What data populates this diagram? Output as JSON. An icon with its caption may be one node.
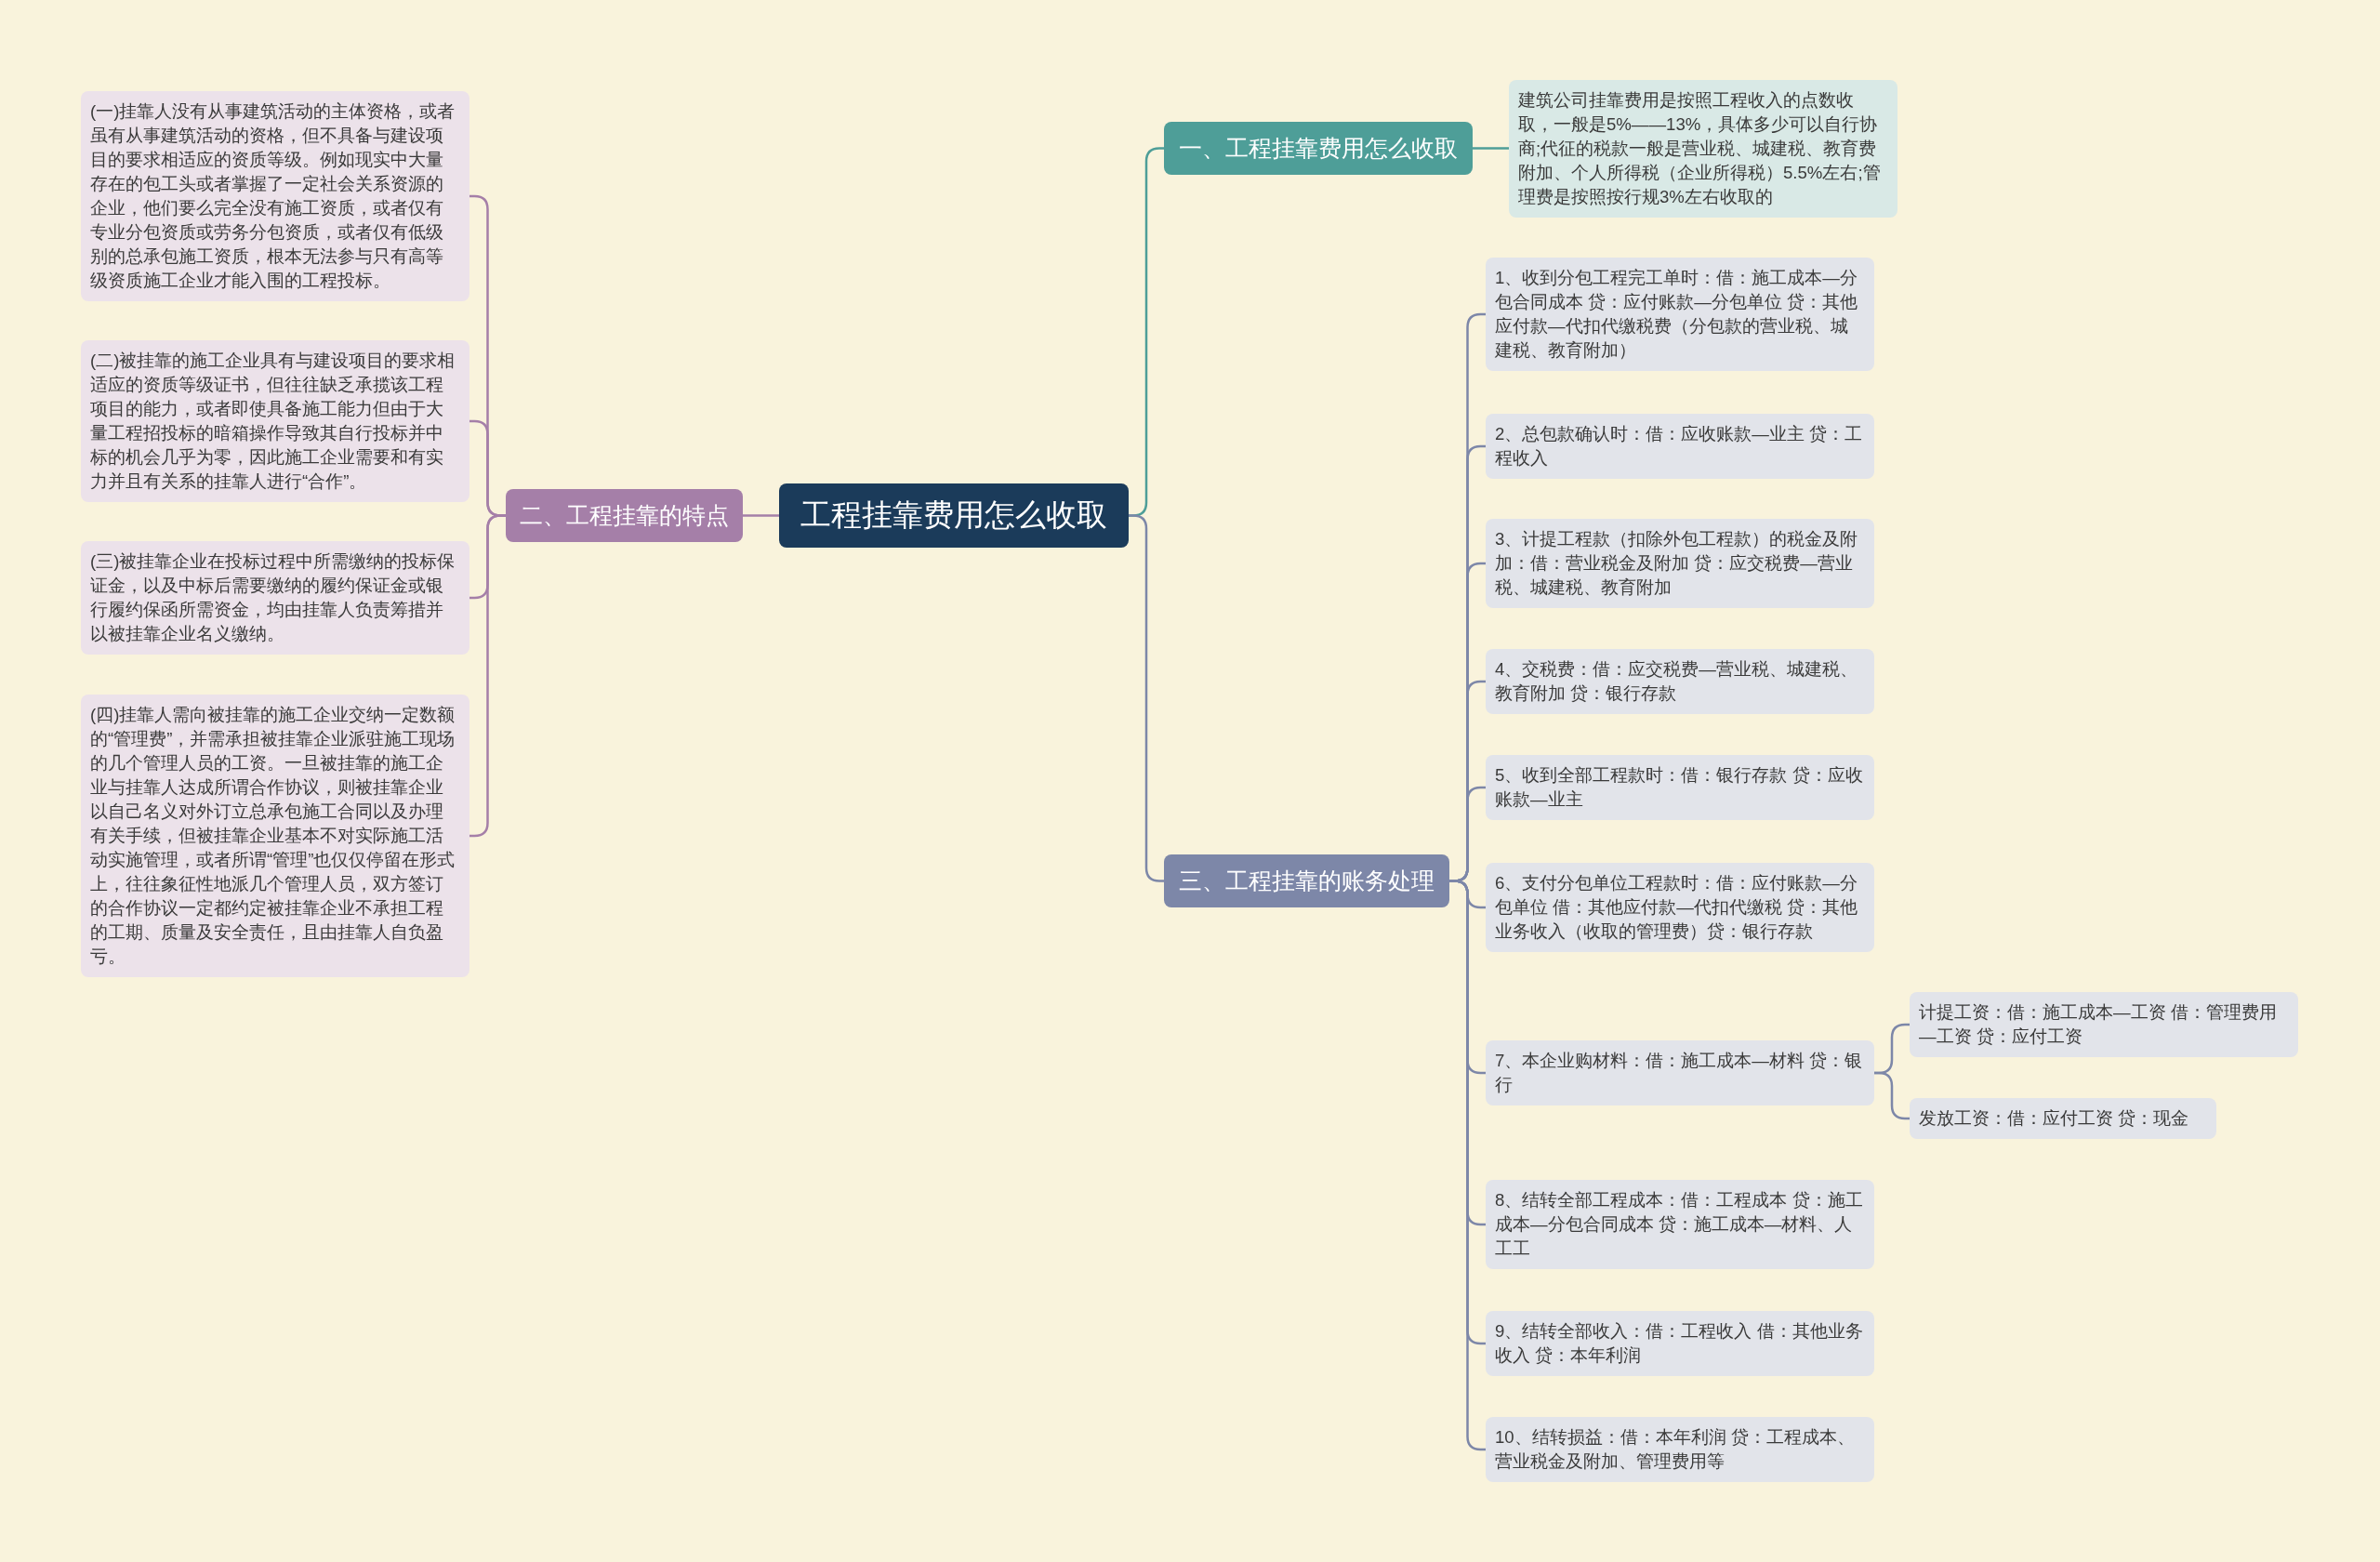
{
  "diagram": {
    "nodes": [
      {
        "text": [
          "工程挂靠费用怎么收取"
        ]
      },
      {
        "text": [
          "一、工程挂靠费用怎么收取"
        ]
      },
      {
        "text": [
          "建筑公司挂靠费用是按照工程收入的点数收取，一般是5%——13%，具体多少可以自行协商;代征的税款一般是营业税、城建税、教育费附加、个人所得税（企业所得税）5.5%左右;管理费是按照按行规3%左右收取的"
        ]
      },
      {
        "text": [
          "二、工程挂靠的特点"
        ]
      },
      {
        "text": [
          "(一)挂靠人没有从事建筑活动的主体资格，或者虽有从事建筑活动的资格，但不具备与建设项目的要求相适应的资质等级。例如现实中大量存在的包工头或者掌握了一定社会关系资源的企业，他们要么完全没有施工资质，或者仅有专业分包资质或劳务分包资质，或者仅有低级别的总承包施工资质，根本无法参与只有高等级资质施工企业才能入围的工程投标。"
        ]
      },
      {
        "text": [
          "(二)被挂靠的施工企业具有与建设项目的要求相适应的资质等级证书，但往往缺乏承揽该工程项目的能力，或者即使具备施工能力但由于大量工程招投标的暗箱操作导致其自行投标并中标的机会几乎为零，因此施工企业需要和有实力并且有关系的挂靠人进行“合作”。"
        ]
      },
      {
        "text": [
          "(三)被挂靠企业在投标过程中所需缴纳的投标保证金，以及中标后需要缴纳的履约保证金或银行履约保函所需资金，均由挂靠人负责筹措并以被挂靠企业名义缴纳。"
        ]
      },
      {
        "text": [
          "(四)挂靠人需向被挂靠的施工企业交纳一定数额的“管理费”，并需承担被挂靠企业派驻施工现场的几个管理人员的工资。一旦被挂靠的施工企业与挂靠人达成所谓合作协议，则被挂靠企业以自己名义对外订立总承包施工合同以及办理有关手续，但被挂靠企业基本不对实际施工活动实施管理，或者所谓“管理”也仅仅停留在形式上，往往象征性地派几个管理人员，双方签订的合作协议一定都约定被挂靠企业不承担工程的工期、质量及安全责任，且由挂靠人自负盈亏。"
        ]
      },
      {
        "text": [
          "三、工程挂靠的账务处理"
        ]
      },
      {
        "text": [
          "1、收到分包工程完工单时：借：施工成本—分包合同成本 贷：应付账款—分包单位 贷：其他应付款—代扣代缴税费（分包款的营业税、城建税、教育附加）"
        ]
      },
      {
        "text": [
          "2、总包款确认时：借：应收账款—业主  贷：工程收入"
        ]
      },
      {
        "text": [
          "3、计提工程款（扣除外包工程款）的税金及附加：借：营业税金及附加 贷：应交税费—营业税、城建税、教育附加"
        ]
      },
      {
        "text": [
          "4、交税费：借：应交税费—营业税、城建税、教育附加  贷：银行存款"
        ]
      },
      {
        "text": [
          "5、收到全部工程款时：借：银行存款 贷：应收账款—业主"
        ]
      },
      {
        "text": [
          "6、支付分包单位工程款时：借：应付账款—分包单位 借：其他应付款—代扣代缴税 贷：其他业务收入（收取的管理费）贷：银行存款"
        ]
      },
      {
        "text": [
          "7、本企业购材料：借：施工成本—材料  贷：银行"
        ]
      },
      {
        "text": [
          "8、结转全部工程成本：借：工程成本 贷：施工成本—分包合同成本  贷：施工成本—材料、人工工"
        ]
      },
      {
        "text": [
          "9、结转全部收入：借：工程收入  借：其他业务收入  贷：本年利润"
        ]
      },
      {
        "text": [
          "10、结转损益：借：本年利润  贷：工程成本、营业税金及附加、管理费用等"
        ]
      },
      {
        "text": [
          "计提工资：借：施工成本—工资  借：管理费用—工资      贷：应付工资"
        ]
      },
      {
        "text": [
          "发放工资：借：应付工资  贷：现金"
        ]
      }
    ],
    "edges": [
      {
        "from": 0,
        "to": 1,
        "arrow": "none",
        "color": "#4e9e98"
      },
      {
        "from": 1,
        "to": 2,
        "arrow": "none",
        "color": "#4e9e98"
      },
      {
        "from": 0,
        "to": 3,
        "arrow": "none",
        "color": "#a57fa8"
      },
      {
        "from": 3,
        "to": 4,
        "arrow": "none",
        "color": "#a57fa8"
      },
      {
        "from": 3,
        "to": 5,
        "arrow": "none",
        "color": "#a57fa8"
      },
      {
        "from": 3,
        "to": 6,
        "arrow": "none",
        "color": "#a57fa8"
      },
      {
        "from": 3,
        "to": 7,
        "arrow": "none",
        "color": "#a57fa8"
      },
      {
        "from": 0,
        "to": 8,
        "arrow": "none"
      },
      {
        "from": 8,
        "to": 9,
        "arrow": "none"
      },
      {
        "from": 8,
        "to": 10,
        "arrow": "none"
      },
      {
        "from": 8,
        "to": 11,
        "arrow": "none"
      },
      {
        "from": 8,
        "to": 12,
        "arrow": "none"
      },
      {
        "from": 8,
        "to": 13,
        "arrow": "none"
      },
      {
        "from": 8,
        "to": 14,
        "arrow": "none"
      },
      {
        "from": 8,
        "to": 15,
        "arrow": "none"
      },
      {
        "from": 8,
        "to": 16,
        "arrow": "none"
      },
      {
        "from": 8,
        "to": 17,
        "arrow": "none"
      },
      {
        "from": 8,
        "to": 18,
        "arrow": "none"
      },
      {
        "from": 15,
        "to": 19,
        "arrow": "none"
      },
      {
        "from": 15,
        "to": 20,
        "arrow": "none"
      }
    ]
  }
}
